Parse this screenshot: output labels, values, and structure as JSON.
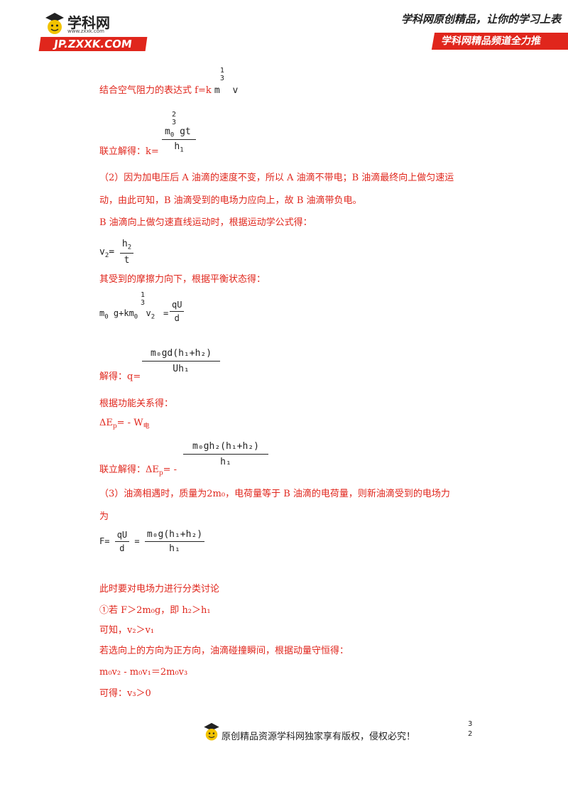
{
  "header": {
    "logo_text": "学科网",
    "logo_small": "www.zxxk.com",
    "logo_url": "JP.ZXXK.COM",
    "slogan": "学科网原创精品，让你的学习上表",
    "channel": "学科网精品频道全力推"
  },
  "content": {
    "l1": "结合空气阻力的表达式 f=k",
    "l1_m": "m",
    "l1_exp_num": "1",
    "l1_exp_den": "3",
    "l1_v": "v",
    "l2_label": "联立解得：k=",
    "l2_num": "m",
    "l2_num_sub": "0",
    "l2_num_exp_num": "2",
    "l2_num_exp_den": "3",
    "l2_num_rest": "gt",
    "l2_den": "h",
    "l2_den_sub": "1",
    "p2_line1": "（2）因为加电压后 A 油滴的速度不变，所以 A 油滴不带电；B 油滴最终向上做匀速运",
    "p2_line2": "动，由此可知，B 油滴受到的电场力应向上，故 B 油滴带负电。",
    "p2_line3": "B 油滴向上做匀速直线运动时，根据运动学公式得：",
    "v2_lhs": "v",
    "v2_sub": "2",
    "v2_num": "h",
    "v2_num_sub": "2",
    "v2_den": "t",
    "friction": "其受到的摩擦力向下，根据平衡状态得：",
    "bal_a": "m",
    "bal_a_sub": "0",
    "bal_b": "g+km",
    "bal_b_sub": "0",
    "bal_exp_num": "1",
    "bal_exp_den": "3",
    "bal_c": "v",
    "bal_c_sub": "2",
    "bal_num": "qU",
    "bal_den": "d",
    "q_label": "解得：q=",
    "q_num": "m₀gd(h₁+h₂)",
    "q_den": "Uh₁",
    "energy": "根据功能关系得：",
    "dEp_a": "ΔE",
    "dEp_sub": "p",
    "dEp_b": "= - W",
    "dEp_sub2": "电",
    "dEp2_label": "联立解得：ΔE",
    "dEp2_sub": "p",
    "dEp2_eq": "= -",
    "dEp2_num": "m₀gh₂(h₁+h₂)",
    "dEp2_den": "h₁",
    "p3_line1": "（3）油滴相遇时，质量为2m₀，电荷量等于 B 油滴的电荷量，则新油滴受到的电场力",
    "p3_line2": "为",
    "F_label": "F=",
    "F_num1": "qU",
    "F_den1": "d",
    "F_eq": "=",
    "F_num2": "m₀g(h₁+h₂)",
    "F_den2": "h₁",
    "discuss": "此时要对电场力进行分类讨论",
    "case1": "①若 F＞2m₀g，即 h₂＞h₁",
    "case1_b": "可知，v₂＞v₁",
    "case1_c": "若选向上的方向为正方向，油滴碰撞瞬间，根据动量守恒得：",
    "momentum": "m₀v₂ - m₀v₁＝2m₀v₃",
    "result": "可得：v₃＞0"
  },
  "footer": {
    "copyright": "原创精品资源学科网独家享有版权，侵权必究！",
    "page_top": "3",
    "page_bottom": "2"
  }
}
